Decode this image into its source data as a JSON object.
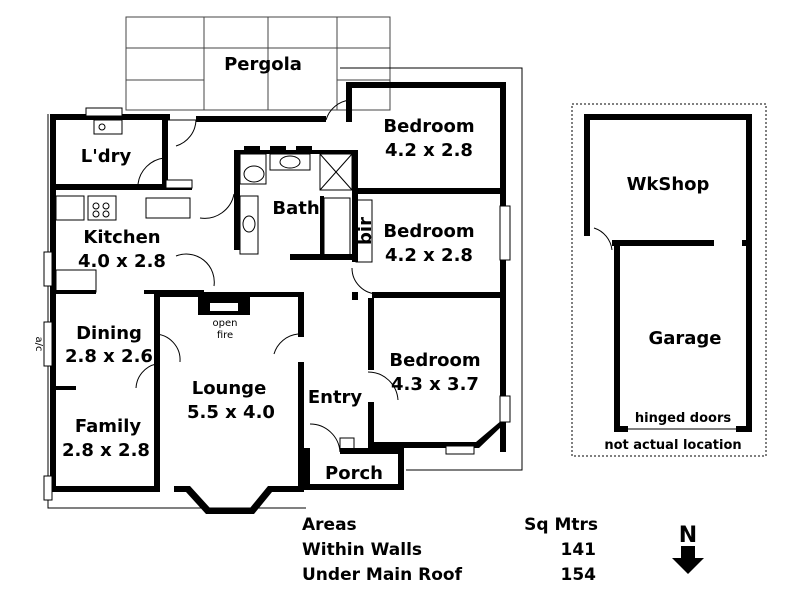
{
  "rooms": {
    "pergola": {
      "name": "Pergola"
    },
    "laundry": {
      "name": "L'dry"
    },
    "bedroom1": {
      "name": "Bedroom",
      "dims": "4.2 x 2.8"
    },
    "bath": {
      "name": "Bath"
    },
    "bedroom2": {
      "name": "Bedroom",
      "dims": "4.2 x 2.8"
    },
    "bir": {
      "name": "bir"
    },
    "kitchen": {
      "name": "Kitchen",
      "dims": "4.0 x 2.8"
    },
    "dining": {
      "name": "Dining",
      "dims": "2.8 x 2.6"
    },
    "ac": {
      "name": "a/c"
    },
    "open_fire": {
      "line1": "open",
      "line2": "fire"
    },
    "lounge": {
      "name": "Lounge",
      "dims": "5.5 x 4.0"
    },
    "bedroom3": {
      "name": "Bedroom",
      "dims": "4.3 x 3.7"
    },
    "entry": {
      "name": "Entry"
    },
    "family": {
      "name": "Family",
      "dims": "2.8 x 2.8"
    },
    "porch": {
      "name": "Porch"
    },
    "workshop": {
      "name": "WkShop"
    },
    "garage": {
      "name": "Garage"
    },
    "hinged_doors": {
      "name": "hinged doors"
    },
    "not_actual": {
      "name": "not actual location"
    }
  },
  "areas": {
    "heading": "Areas",
    "unit": "Sq Mtrs",
    "rows": [
      {
        "label": "Within Walls",
        "value": "141"
      },
      {
        "label": "Under Main Roof",
        "value": "154"
      }
    ]
  },
  "north": {
    "label": "N",
    "icon": "north-arrow-icon"
  }
}
